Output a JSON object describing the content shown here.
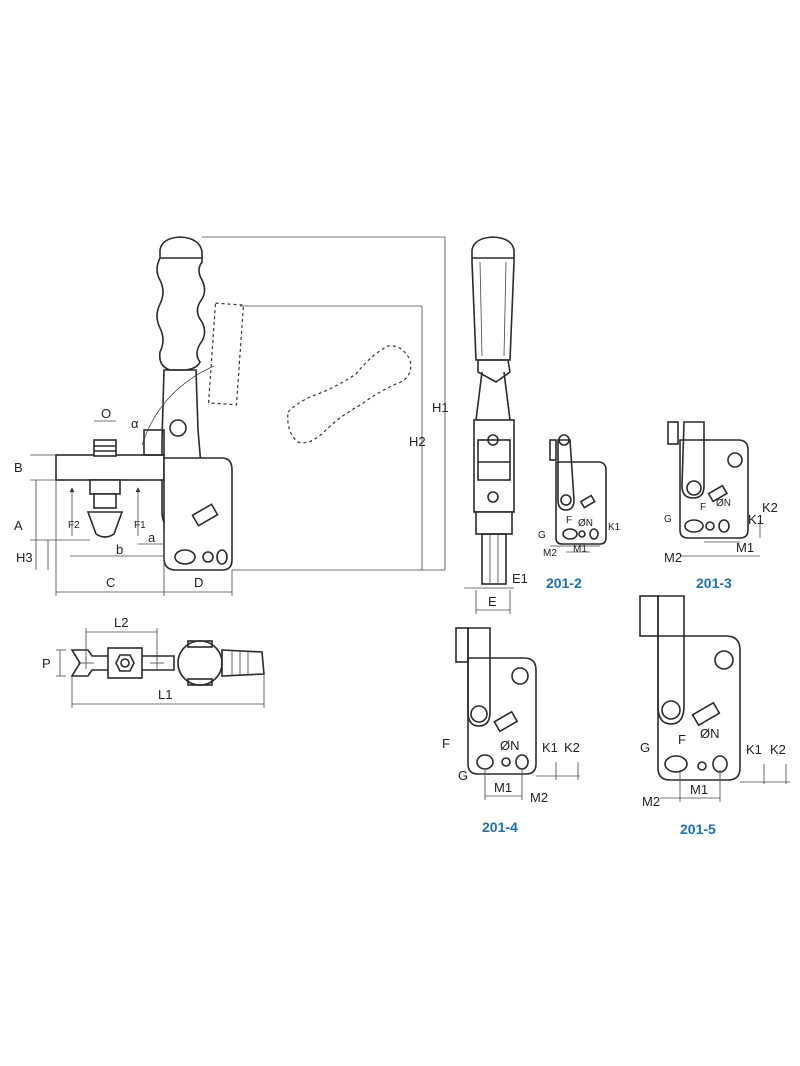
{
  "dimension_labels": {
    "O": "O",
    "alpha": "α",
    "B": "B",
    "A": "A",
    "F2": "F2",
    "F1": "F1",
    "H3": "H3",
    "b": "b",
    "a": "a",
    "C": "C",
    "D": "D",
    "H1": "H1",
    "H2": "H2",
    "E1": "E1",
    "E": "E",
    "L2": "L2",
    "P": "P",
    "L1": "L1"
  },
  "detail_labels": {
    "G": "G",
    "F": "F",
    "N": "ØN",
    "K1": "K1",
    "K2": "K2",
    "M1": "M1",
    "M2": "M2"
  },
  "variants": {
    "v2": "201-2",
    "v3": "201-3",
    "v4": "201-4",
    "v5": "201-5"
  },
  "colors": {
    "line": "#2a2a2a",
    "variant_label": "#1a6fb5"
  }
}
